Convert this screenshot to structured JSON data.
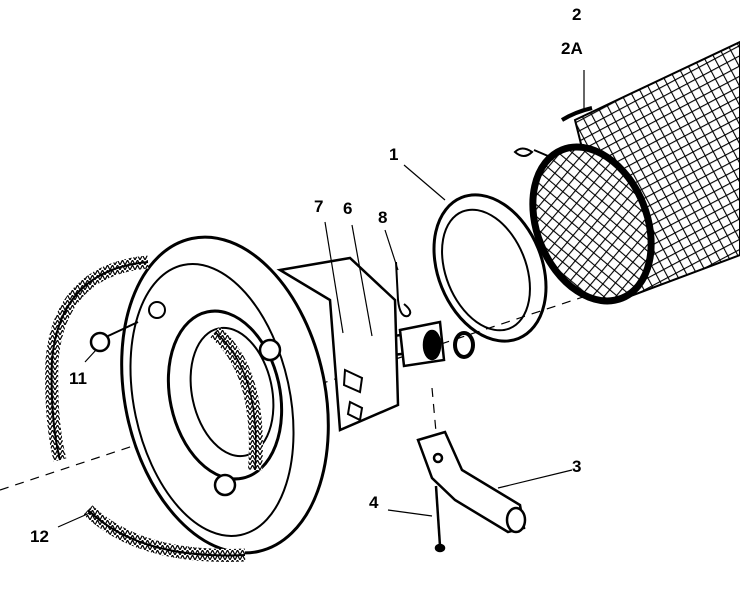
{
  "diagram": {
    "type": "exploded-parts-view",
    "callouts": [
      {
        "id": "c1",
        "text": "1"
      },
      {
        "id": "c2",
        "text": "2"
      },
      {
        "id": "c2a",
        "text": "2A"
      },
      {
        "id": "c3",
        "text": "3"
      },
      {
        "id": "c4",
        "text": "4"
      },
      {
        "id": "c6",
        "text": "6"
      },
      {
        "id": "c7",
        "text": "7"
      },
      {
        "id": "c8",
        "text": "8"
      },
      {
        "id": "c11",
        "text": "11"
      },
      {
        "id": "c12",
        "text": "12"
      }
    ],
    "colors": {
      "ink": "#000000",
      "paper": "#ffffff"
    }
  }
}
